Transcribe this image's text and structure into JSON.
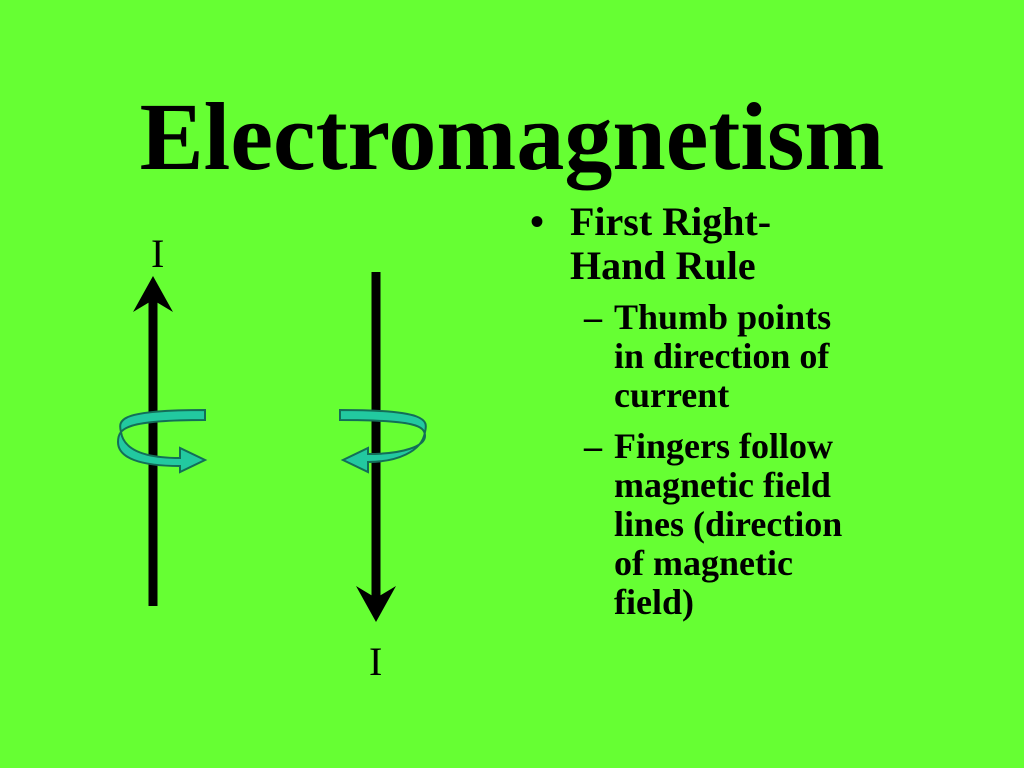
{
  "slide": {
    "title": "Electromagnetism",
    "current_label_up": "I",
    "current_label_down": "I"
  },
  "bullets": {
    "bullet_mark": "•",
    "sub_mark": "–",
    "main_lines": [
      "First Right-",
      "Hand Rule"
    ],
    "sub1_lines": [
      "Thumb points",
      "in direction of",
      "current"
    ],
    "sub2_lines": [
      "Fingers follow",
      "magnetic field",
      "lines (direction",
      "of magnetic",
      "field)"
    ]
  },
  "colors": {
    "background": "#66ff33",
    "loop_arrow_fill": "#22c9a0",
    "loop_arrow_stroke": "#136e58",
    "wire": "#000000"
  }
}
